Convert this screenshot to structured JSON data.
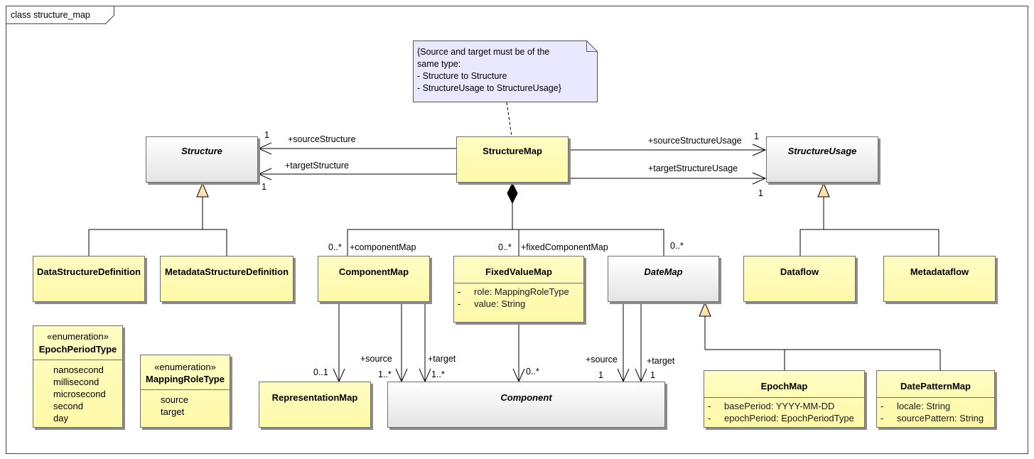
{
  "frame": {
    "title": "class structure_map"
  },
  "note": {
    "lines": [
      "{Source and target must be of the",
      "same type:",
      "- Structure to Structure",
      "- StructureUsage to StructureUsage}"
    ]
  },
  "classes": {
    "structure": {
      "name": "Structure"
    },
    "structure_map": {
      "name": "StructureMap"
    },
    "structure_usage": {
      "name": "StructureUsage"
    },
    "data_structure_definition": {
      "name": "DataStructureDefinition"
    },
    "metadata_structure_definition": {
      "name": "MetadataStructureDefinition"
    },
    "component_map": {
      "name": "ComponentMap"
    },
    "fixed_value_map": {
      "name": "FixedValueMap",
      "attributes": [
        {
          "vis": "-",
          "text": "role: MappingRoleType"
        },
        {
          "vis": "-",
          "text": "value: String"
        }
      ]
    },
    "date_map": {
      "name": "DateMap"
    },
    "dataflow": {
      "name": "Dataflow"
    },
    "metadataflow": {
      "name": "Metadataflow"
    },
    "representation_map": {
      "name": "RepresentationMap"
    },
    "component": {
      "name": "Component"
    },
    "epoch_map": {
      "name": "EpochMap",
      "attributes": [
        {
          "vis": "-",
          "text": "basePeriod: YYYY-MM-DD"
        },
        {
          "vis": "-",
          "text": "epochPeriod: EpochPeriodType"
        }
      ]
    },
    "date_pattern_map": {
      "name": "DatePatternMap",
      "attributes": [
        {
          "vis": "-",
          "text": "locale: String"
        },
        {
          "vis": "-",
          "text": "sourcePattern: String"
        }
      ]
    }
  },
  "enumerations": {
    "epoch_period_type": {
      "stereotype": "«enumeration»",
      "name": "EpochPeriodType",
      "literals": [
        "nanosecond",
        "millisecond",
        "microsecond",
        "second",
        "day"
      ]
    },
    "mapping_role_type": {
      "stereotype": "«enumeration»",
      "name": "MappingRoleType",
      "literals": [
        "source",
        "target"
      ]
    }
  },
  "associations": {
    "source_structure": {
      "role": "+sourceStructure",
      "mult": "1"
    },
    "target_structure": {
      "role": "+targetStructure",
      "mult": "1"
    },
    "source_structure_usage": {
      "role": "+sourceStructureUsage",
      "mult": "1"
    },
    "target_structure_usage": {
      "role": "+targetStructureUsage",
      "mult": "1"
    },
    "component_map": {
      "role": "+componentMap",
      "mult": "0..*"
    },
    "fixed_component_map": {
      "role": "+fixedComponentMap",
      "mult": "0..*"
    },
    "date_map": {
      "mult": "0..*"
    },
    "component_map_representation": {
      "mult": "0..1"
    },
    "component_map_source": {
      "role": "+source",
      "mult": "1..*"
    },
    "component_map_target": {
      "role": "+target",
      "mult": "1..*"
    },
    "fixed_value_component": {
      "mult": "0..*"
    },
    "date_map_source": {
      "role": "+source",
      "mult": "1"
    },
    "date_map_target": {
      "role": "+target",
      "mult": "1"
    }
  },
  "colors": {
    "class_fill": "#fff9a8",
    "abstract_fill": "#e4e4e4",
    "note_fill": "#e8e8ff",
    "generalization_arrow": "#ffe0b0",
    "line": "#000000"
  }
}
